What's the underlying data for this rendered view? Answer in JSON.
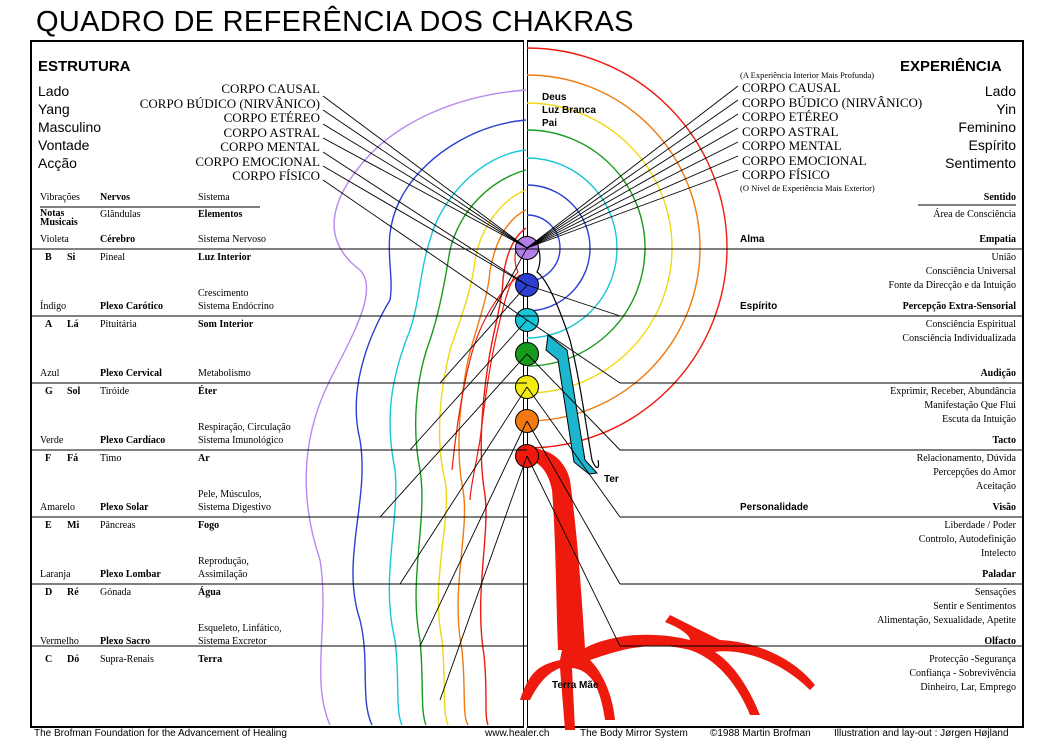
{
  "title": "QUADRO DE REFERÊNCIA DOS CHAKRAS",
  "left": {
    "heading": "ESTRUTURA",
    "qualities": [
      "Lado",
      "Yang",
      "Masculino",
      "Vontade",
      "Acção"
    ],
    "bodies": [
      "CORPO CAUSAL",
      "CORPO BÚDICO (NIRVÂNICO)",
      "CORPO ETÉREO",
      "CORPO ASTRAL",
      "CORPO MENTAL",
      "CORPO EMOCIONAL",
      "CORPO FÍSICO"
    ],
    "col_headers": [
      "Vibrações",
      "Nervos",
      "Sistema"
    ],
    "col_headers2": [
      "Notas Musicais",
      "Glândulas",
      "Elementos"
    ],
    "rows": [
      {
        "color": "Violeta",
        "nerve": "Cérebro",
        "system": "Sistema Nervoso",
        "note_letter": "B",
        "note": "Si",
        "gland": "Pineal",
        "element": "Luz Interior"
      },
      {
        "color": "Índigo",
        "nerve": "Plexo Carótico",
        "system_line1": "Crescimento",
        "system": "Sistema Endócrino",
        "note_letter": "A",
        "note": "Lá",
        "gland": "Pituitária",
        "element": "Som Interior"
      },
      {
        "color": "Azul",
        "nerve": "Plexo Cervical",
        "system": "Metabolismo",
        "note_letter": "G",
        "note": "Sol",
        "gland": "Tiróide",
        "element": "Éter"
      },
      {
        "color": "Verde",
        "nerve": "Plexo Cardíaco",
        "system_line1": "Respiração, Circulação",
        "system": "Sistema Imunológico",
        "note_letter": "F",
        "note": "Fá",
        "gland": "Timo",
        "element": "Ar"
      },
      {
        "color": "Amarelo",
        "nerve": "Plexo Solar",
        "system_line1": "Pele, Músculos,",
        "system": "Sistema Digestivo",
        "note_letter": "E",
        "note": "Mi",
        "gland": "Pâncreas",
        "element": "Fogo"
      },
      {
        "color": "Laranja",
        "nerve": "Plexo Lombar",
        "system_line1": "Reprodução,",
        "system": "Assimilação",
        "note_letter": "D",
        "note": "Ré",
        "gland": "Gónada",
        "element": "Água"
      },
      {
        "color": "Vermelho",
        "nerve": "Plexo Sacro",
        "system_line1": "Esqueleto, Linfático,",
        "system": "Sistema Excretor",
        "note_letter": "C",
        "note": "Dó",
        "gland": "Supra-Renais",
        "element": "Terra"
      }
    ]
  },
  "right": {
    "heading": "EXPERIÊNCIA",
    "top_note": "(A Experiência Interior Mais Profunda)",
    "bottom_note": "(O Nível de Experiência Mais Exterior)",
    "qualities": [
      "Lado",
      "Yin",
      "Feminino",
      "Espírito",
      "Sentimento"
    ],
    "bodies": [
      "CORPO CAUSAL",
      "CORPO BÚDICO (NIRVÂNICO)",
      "CORPO ETÉREO",
      "CORPO ASTRAL",
      "CORPO MENTAL",
      "CORPO EMOCIONAL",
      "CORPO FÍSICO"
    ],
    "sense_header": "Sentido",
    "area_header": "Área de Consciência",
    "levels": [
      "Alma",
      "Espírito",
      "Personalidade"
    ],
    "rows": [
      {
        "sense": "Empatia",
        "lines": [
          "União",
          "Consciência Universal",
          "Fonte da Direcção e da Intuição"
        ]
      },
      {
        "sense": "Percepção Extra-Sensorial",
        "lines": [
          "Consciência Espiritual",
          "Consciência Individualizada"
        ]
      },
      {
        "sense": "Audição",
        "lines": [
          "Exprimir, Receber, Abundância",
          "Manifestação Que Flui",
          "Escuta da Intuição"
        ]
      },
      {
        "sense": "Tacto",
        "lines": [
          "Relacionamento, Dúvida",
          "Percepções do Amor",
          "Aceitação"
        ]
      },
      {
        "sense": "Visão",
        "lines": [
          "Liberdade / Poder",
          "Controlo, Autodefinição",
          "Intelecto"
        ]
      },
      {
        "sense": "Paladar",
        "lines": [
          "Sensações",
          "Sentir e Sentimentos",
          "Alimentação, Sexualidade, Apetite"
        ]
      },
      {
        "sense": "Olfacto",
        "lines": [
          "Protecção -Segurança",
          "Confiança - Sobrevivência",
          "Dinheiro, Lar, Emprego"
        ]
      }
    ]
  },
  "center": {
    "labels": [
      "Deus",
      "Luz Branca",
      "Pai"
    ],
    "ter": "Ter",
    "terra": "Terra Mãe"
  },
  "chakra_colors": [
    "#b07fe8",
    "#2c3fd1",
    "#18c6d8",
    "#189a1c",
    "#f2ec12",
    "#f07a10",
    "#ee1a0e"
  ],
  "footer": {
    "left": "The Brofman Foundation for the Advancement of Healing",
    "url": "www.healer.ch",
    "system": "The Body Mirror System",
    "copyright": "©1988 Martin Brofman",
    "credits": "Illustration and lay-out : Jørgen Højland"
  }
}
